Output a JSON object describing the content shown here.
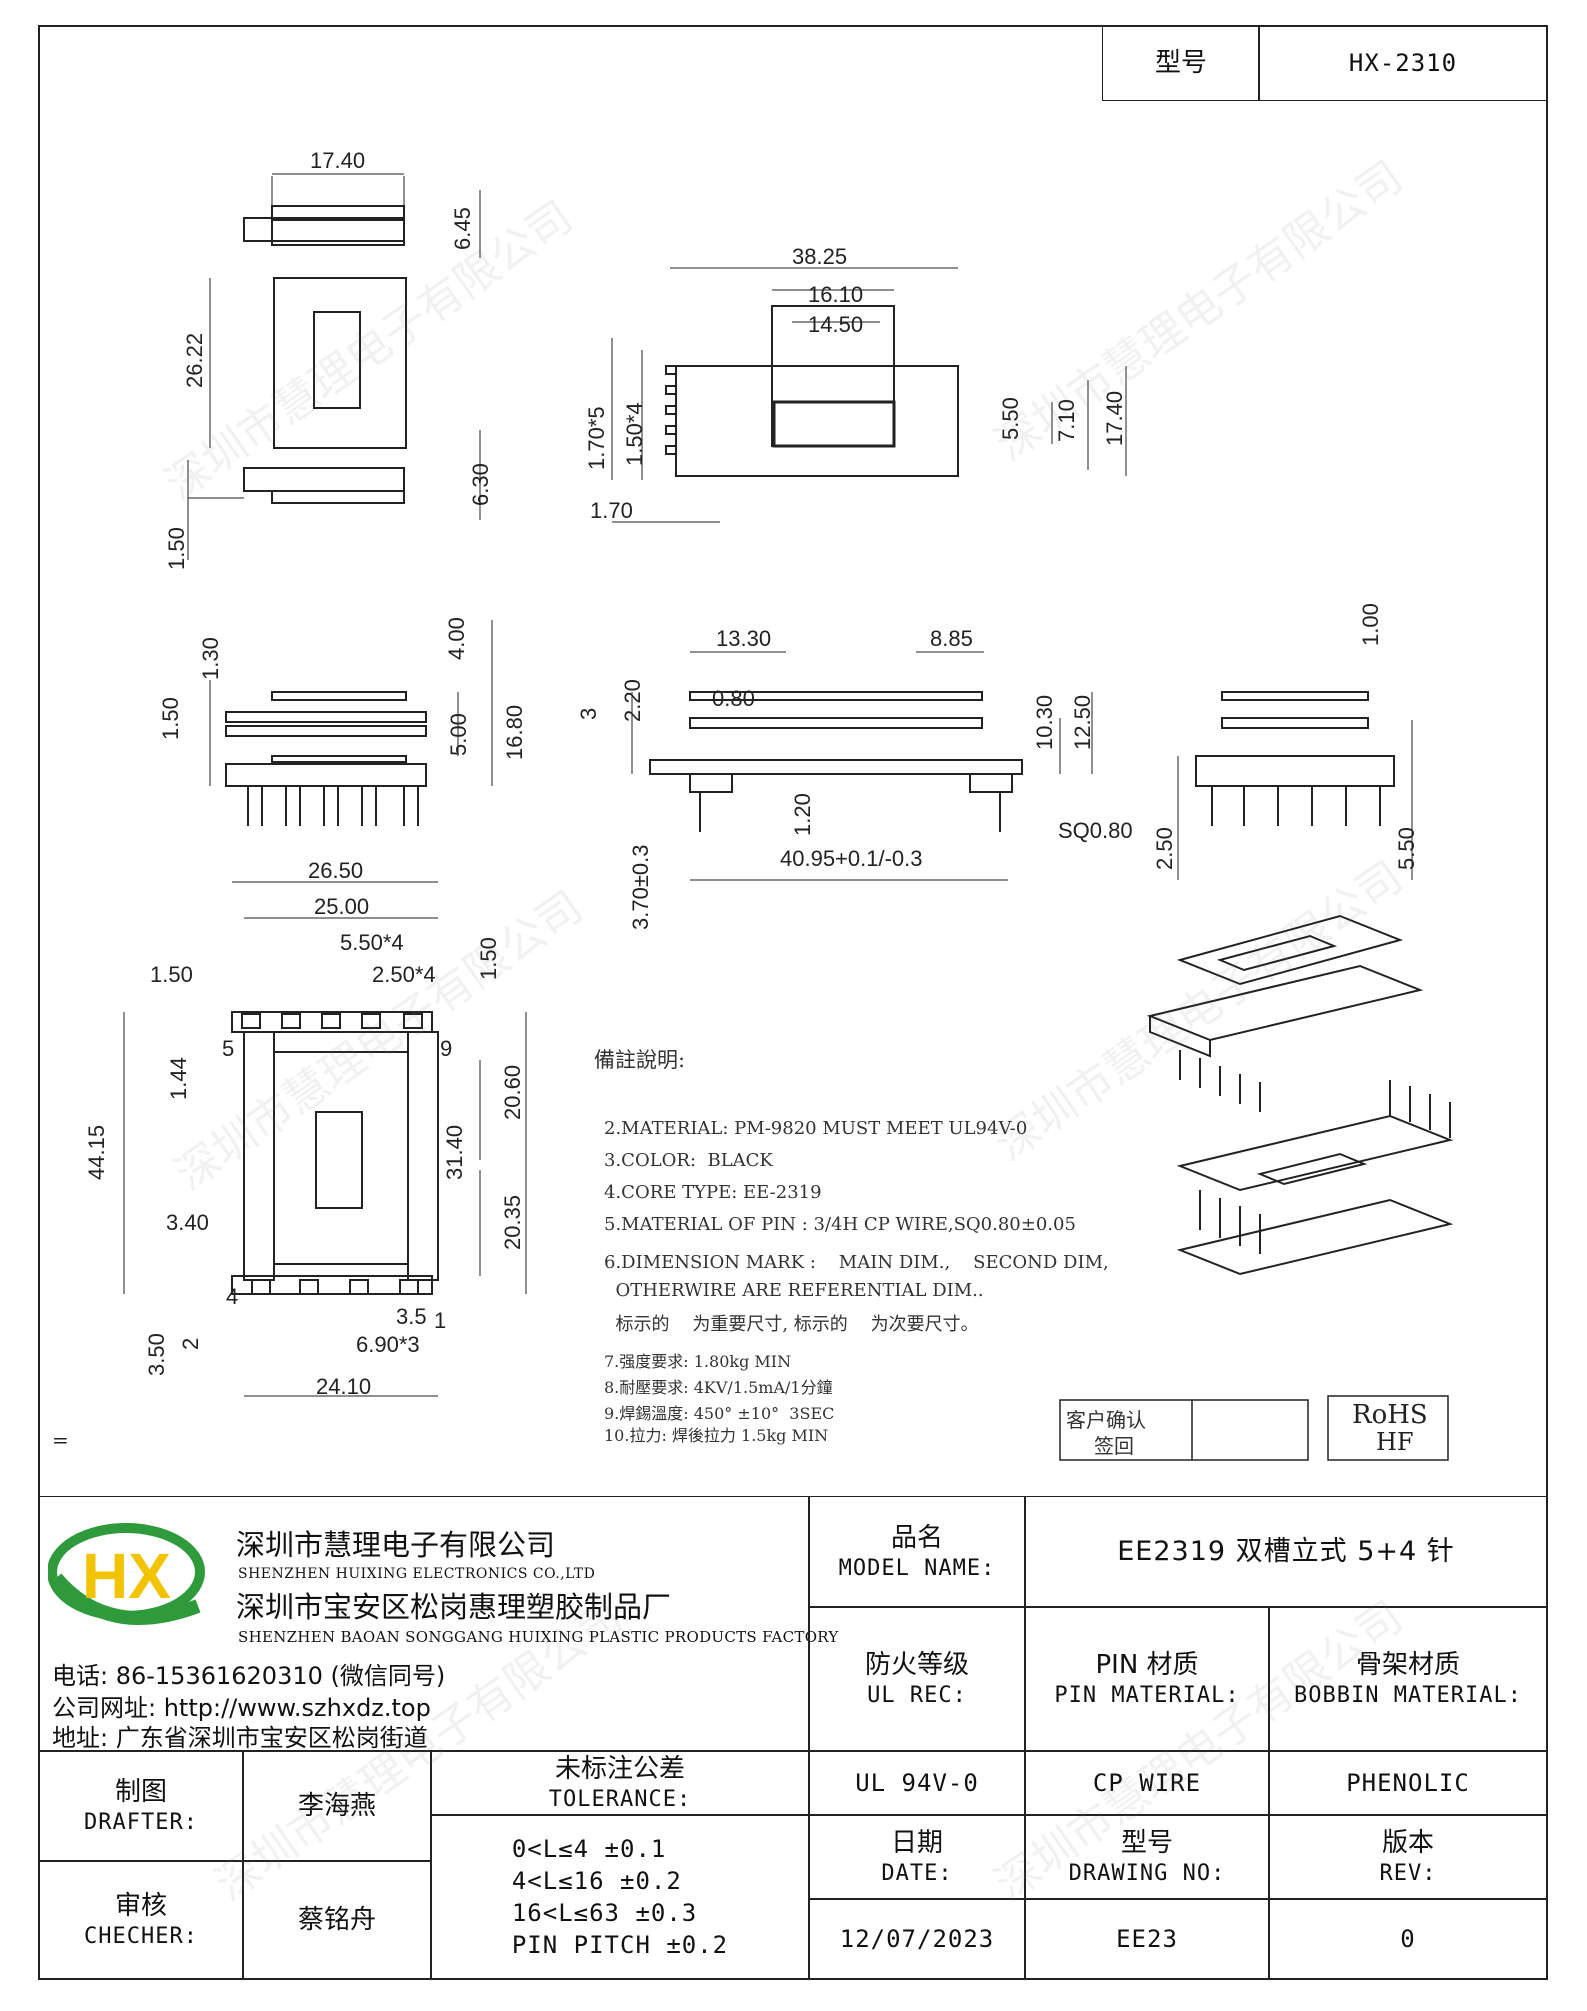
{
  "header": {
    "model_label": "型号",
    "model_value": "HX-2310"
  },
  "dims": {
    "top": {
      "w1": "17.40",
      "d645": "6.45",
      "d2622": "26.22",
      "d630": "6.30",
      "d150": "1.50"
    },
    "side": {
      "d3825": "38.25",
      "d1610": "16.10",
      "d1450": "14.50",
      "d170x5": "1.70*5",
      "d150x4": "1.50*4",
      "d550": "5.50",
      "d710": "7.10",
      "d1740": "17.40",
      "d170": "1.70"
    },
    "front": {
      "d130": "1.30",
      "d400": "4.00",
      "d150": "1.50",
      "d500": "5.00",
      "d1680": "16.80"
    },
    "mid": {
      "d1330": "13.30",
      "d885": "8.85",
      "d080": "0.80",
      "d220": "2.20",
      "d3": "3",
      "d1030": "10.30",
      "d1250": "12.50",
      "d120": "1.20",
      "dsq": "SQ0.80",
      "d4095": "40.95+0.1/-0.3",
      "d370": "3.70±0.3"
    },
    "right": {
      "d100": "1.00",
      "d250": "2.50",
      "d550": "5.50"
    },
    "bottom": {
      "d2650": "26.50",
      "d2500": "25.00",
      "d550x4": "5.50*4",
      "d150": "1.50",
      "d250x4": "2.50*4",
      "d150b": "1.50",
      "n5": "5",
      "n9": "9",
      "n4": "4",
      "n1": "1",
      "d144": "1.44",
      "d4415": "44.15",
      "d2060": "20.60",
      "d3140": "31.40",
      "d2035": "20.35",
      "d340": "3.40",
      "d35": "3.5",
      "d2": "2",
      "d350": "3.50",
      "d690x3": "6.90*3",
      "d2410": "24.10"
    }
  },
  "notes": {
    "title": "備註說明:",
    "lines": [
      "2.MATERIAL: PM-9820 MUST MEET UL94V-0",
      "3.COLOR:  BLACK",
      "4.CORE TYPE: EE-2319",
      "5.MATERIAL OF PIN : 3/4H CP WIRE,SQ0.80±0.05",
      "6.DIMENSION MARK :    MAIN DIM.,    SECOND DIM,",
      "  OTHERWIRE ARE REFERENTIAL DIM..",
      "  标示的    为重要尺寸, 标示的    为次要尺寸。",
      "7.强度要求: 1.80kg MIN",
      "8.耐壓要求: 4KV/1.5mA/1分鐘",
      "9.焊錫溫度: 450° ±10°  3SEC",
      "10.拉力: 焊後拉力 1.5kg MIN"
    ],
    "customer_confirm": "客户确认",
    "sign": "签回",
    "rohs": "RoHS",
    "hf": "HF",
    "equal_mark": "="
  },
  "company": {
    "name_cn": "深圳市慧理电子有限公司",
    "name_en": "SHENZHEN HUIXING ELECTRONICS CO.,LTD",
    "factory_cn": "深圳市宝安区松岗惠理塑胶制品厂",
    "factory_en": "SHENZHEN BAOAN SONGGANG HUIXING PLASTIC PRODUCTS FACTORY",
    "phone": "电话: 86-15361620310 (微信同号)",
    "website": "公司网址: http://www.szhxdz.top",
    "address": "地址: 广东省深圳市宝安区松岗街道",
    "logo_text": "HX"
  },
  "titleblock": {
    "model_name_cn": "品名",
    "model_name_en": "MODEL NAME:",
    "model_name_value": "EE2319 双槽立式 5+4 针",
    "ul_cn": "防火等级",
    "ul_en": "UL REC:",
    "pin_cn": "PIN 材质",
    "pin_en": "PIN MATERIAL:",
    "bobbin_cn": "骨架材质",
    "bobbin_en": "BOBBIN MATERIAL:",
    "ul_value": "UL 94V-0",
    "pin_value": "CP WIRE",
    "bobbin_value": "PHENOLIC",
    "drafter_cn": "制图",
    "drafter_en": "DRAFTER:",
    "drafter_name": "李海燕",
    "checker_cn": "审核",
    "checker_en": "CHECHER:",
    "checker_name": "蔡铭舟",
    "tolerance_cn": "未标注公差",
    "tolerance_en": "TOLERANCE:",
    "tolerance_lines": [
      "0<L≤4  ±0.1",
      "4<L≤16 ±0.2",
      "16<L≤63 ±0.3",
      "PIN PITCH ±0.2"
    ],
    "date_cn": "日期",
    "date_en": "DATE:",
    "date_value": "12/07/2023",
    "drawing_cn": "型号",
    "drawing_en": "DRAWING NO:",
    "drawing_value": "EE23",
    "rev_cn": "版本",
    "rev_en": "REV:",
    "rev_value": "0"
  },
  "watermark": "深圳市慧理电子有限公司",
  "colors": {
    "logo_green": "#2e9a3c",
    "logo_yellow": "#f2c300",
    "line": "#222222"
  }
}
